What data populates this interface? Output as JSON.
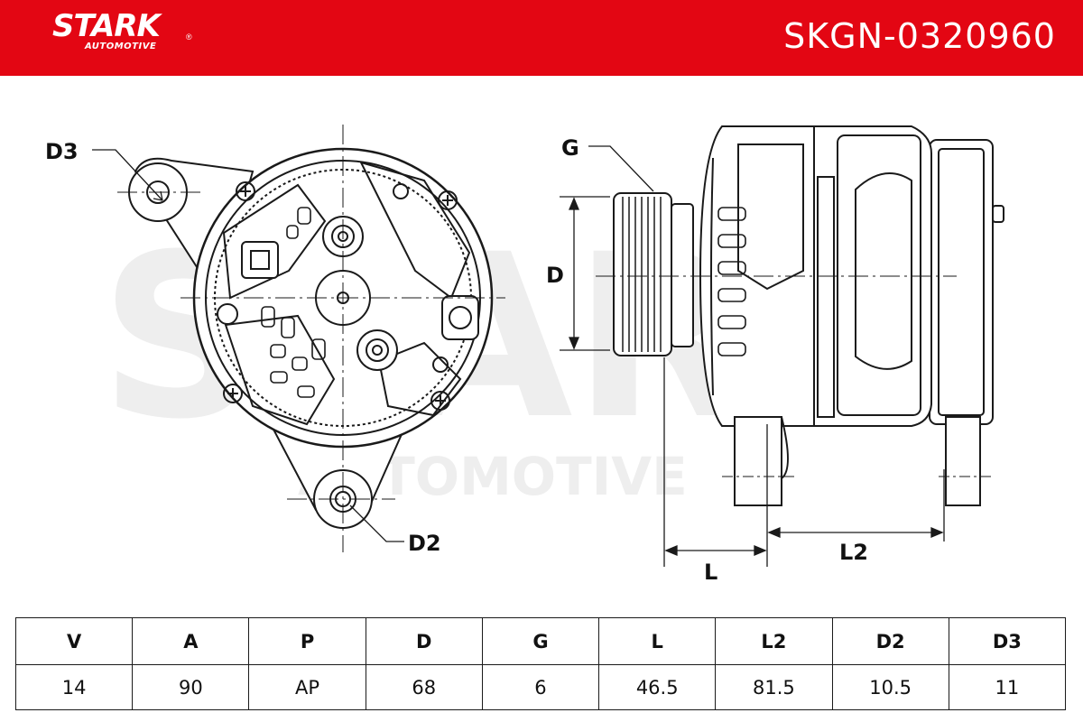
{
  "brand": {
    "name": "STARK",
    "sub": "AUTOMOTIVE",
    "reg": "®",
    "color": "#e30613"
  },
  "part_number": "SKGN-0320960",
  "watermark": {
    "main": "STARK",
    "sub": "AUTOMOTIVE",
    "reg": "®"
  },
  "labels": {
    "d3": "D3",
    "d2": "D2",
    "g": "G",
    "d": "D",
    "l": "L",
    "l2": "L2"
  },
  "table": {
    "headers": [
      "V",
      "A",
      "P",
      "D",
      "G",
      "L",
      "L2",
      "D2",
      "D3"
    ],
    "values": [
      "14",
      "90",
      "AP",
      "68",
      "6",
      "46.5",
      "81.5",
      "10.5",
      "11"
    ]
  }
}
